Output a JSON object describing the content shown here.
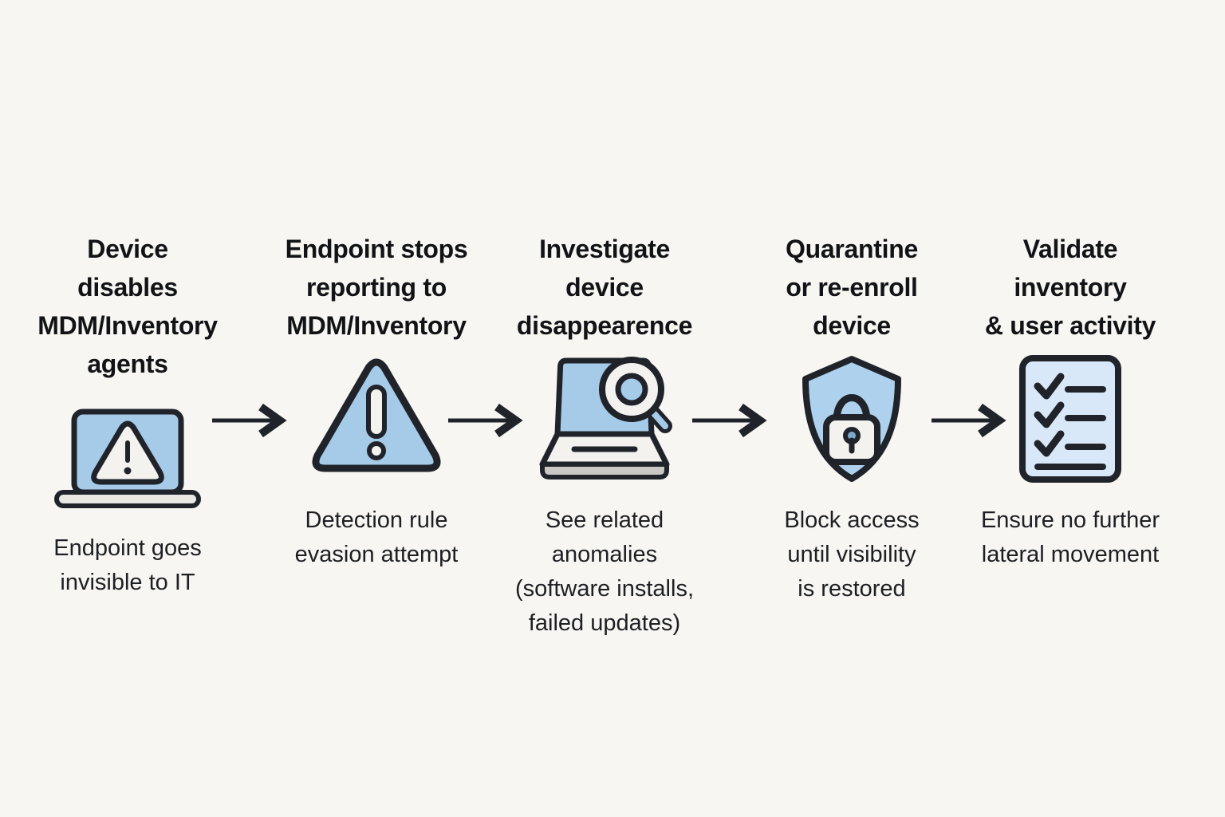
{
  "diagram_title": "",
  "colors": {
    "background": "#f7f6f2",
    "outline_ink": "#20242a",
    "title_text": "#121316",
    "caption_text": "#1d1f22",
    "accent_blue": "#a6cbe9",
    "accent_blue_light": "#d9e8f8",
    "shield_blue": "#aed2ee",
    "paper_white": "#f3f2ef",
    "base_gray": "#e9e8e5",
    "base_gray_dark": "#c9c8c4",
    "keyhole_blue": "#7fa9cb"
  },
  "steps": [
    {
      "icon": "laptop-warning-icon",
      "title": "Device disables MDM/Inventory agents",
      "title_lines": [
        "Device",
        "disables",
        "MDM/Inventory",
        "agents"
      ],
      "caption": "Endpoint goes invisible to IT",
      "caption_lines": [
        "Endpoint goes",
        "invisible to IT"
      ]
    },
    {
      "icon": "warning-triangle-icon",
      "title": "Endpoint stops reporting to MDM/Inventory",
      "title_lines": [
        "Endpoint stops",
        "reporting to",
        "MDM/Inventory"
      ],
      "caption": "Detection rule evasion attempt",
      "caption_lines": [
        "Detection rule",
        "evasion attempt"
      ]
    },
    {
      "icon": "laptop-magnifier-icon",
      "title": "Investigate device disappearence",
      "title_lines": [
        "Investigate",
        "device",
        "disappearence"
      ],
      "caption": "See related anomalies (software installs, failed updates)",
      "caption_lines": [
        "See related",
        "anomalies",
        "(software installs,",
        "failed updates)"
      ]
    },
    {
      "icon": "shield-lock-icon",
      "title": "Quarantine or re-enroll device",
      "title_lines": [
        "Quarantine",
        "or re-enroll",
        "device"
      ],
      "caption": "Block access until visibility is restored",
      "caption_lines": [
        "Block access",
        "until visibility",
        "is restored"
      ]
    },
    {
      "icon": "checklist-document-icon",
      "title": "Validate inventory & user activity",
      "title_lines": [
        "Validate",
        "inventory",
        "& user activity"
      ],
      "caption": "Ensure no further lateral movement",
      "caption_lines": [
        "Ensure no further",
        "lateral movement"
      ]
    }
  ],
  "arrows": {
    "count": 4,
    "direction": "right"
  }
}
